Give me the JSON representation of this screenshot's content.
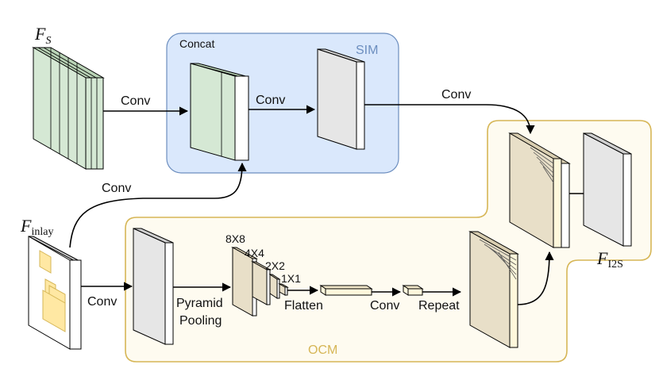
{
  "modules": {
    "sim": {
      "label": "SIM",
      "color": "#6c8ebf",
      "fill": "#dae8fc"
    },
    "ocm": {
      "label": "OCM",
      "color": "#d6b656",
      "fill": "#fefbf0"
    }
  },
  "symbols": {
    "fs": {
      "main": "F",
      "sub": "S"
    },
    "finlay": {
      "main": "F",
      "sub": "inlay"
    },
    "fi2s": {
      "main": "F",
      "sub": "I2S"
    }
  },
  "labels": {
    "concat": "Concat",
    "conv_fs": "Conv",
    "conv_sim": "Conv",
    "conv_top_right": "Conv",
    "conv_inlay_up": "Conv",
    "conv_inlay_right": "Conv",
    "pyramid": "Pyramid",
    "pooling": "Pooling",
    "pool_8": "8X8",
    "pool_4": "4X4",
    "pool_2": "2X2",
    "pool_1": "1X1",
    "flatten": "Flatten",
    "conv_ocm": "Conv",
    "repeat": "Repeat"
  },
  "colors": {
    "green_fill": "#d5e8d4",
    "green_dark": "#b9d3b6",
    "gray_fill": "#e6e6e6",
    "tan_fill": "#e8dfc8",
    "cream_fill": "#fff8dc",
    "yellow_patch": "#ffe8a3",
    "stroke": "#000000"
  }
}
